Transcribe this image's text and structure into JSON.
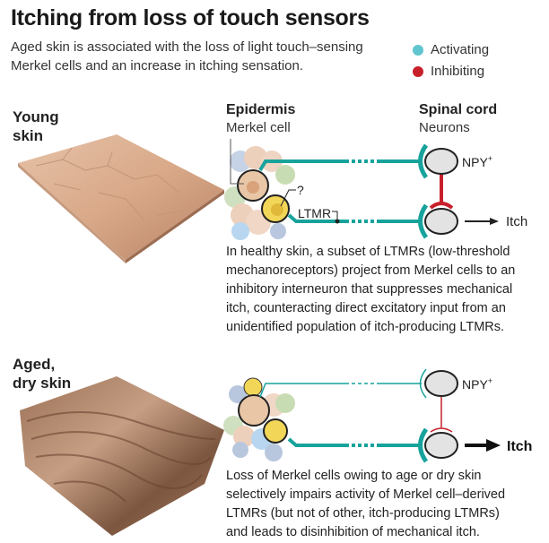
{
  "title": "Itching from loss of touch sensors",
  "subtitle": [
    "Aged skin is associated with the loss of light touch–sensing",
    "Merkel cells and an increase in itching sensation."
  ],
  "legend": [
    {
      "label": "Activating",
      "color": "#3fb8c4"
    },
    {
      "label": "Inhibiting",
      "color": "#c8202a"
    }
  ],
  "young": {
    "label": [
      "Young",
      "skin"
    ],
    "epidermis": "Epidermis",
    "merkel": "Merkel cell",
    "spinal": "Spinal cord",
    "neurons": "Neurons",
    "npy": "NPY",
    "npy_sup": "+",
    "question": "?",
    "ltmr": "LTMR",
    "itch": "Itch",
    "caption": [
      "In healthy skin, a subset of LTMRs (low-threshold",
      "mechanoreceptors) project from Merkel cells to an",
      "inhibitory interneuron that suppresses mechanical",
      "itch, counteracting direct excitatory input from an",
      "unidentified population of itch-producing LTMRs."
    ]
  },
  "aged": {
    "label": [
      "Aged,",
      "dry skin"
    ],
    "npy": "NPY",
    "npy_sup": "+",
    "itch": "Itch",
    "caption": [
      "Loss of Merkel cells owing to age or dry skin",
      "selectively impairs activity of Merkel cell–derived",
      "LTMRs (but not of other, itch-producing LTMRs)",
      "and leads to disinhibition of mechanical itch."
    ]
  },
  "colors": {
    "teal": "#17a39c",
    "red": "#c8202a"
  }
}
